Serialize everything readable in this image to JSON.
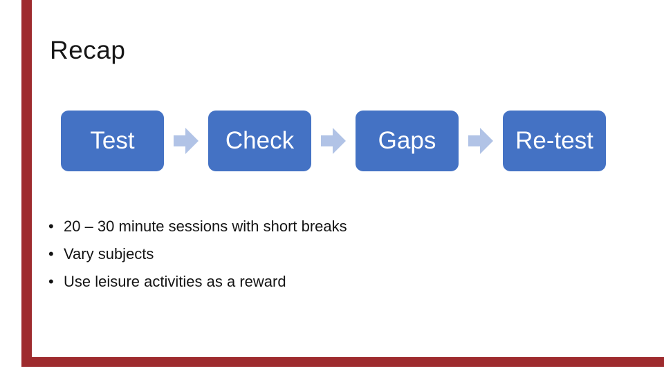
{
  "slide": {
    "title": "Recap",
    "flow": {
      "steps": [
        "Test",
        "Check",
        "Gaps",
        "Re-test"
      ]
    },
    "bullet_glyph": "•",
    "bullets": [
      "20 – 30 minute sessions with short breaks",
      "Vary subjects",
      "Use leisure activities as a reward"
    ],
    "colors": {
      "step_box_fill": "#4472c4",
      "step_box_text": "#ffffff",
      "arrow_fill": "#b1c3e6",
      "accent_border": "#9e2b2e",
      "title_text": "#161616",
      "body_text": "#141414",
      "background": "#ffffff"
    }
  }
}
